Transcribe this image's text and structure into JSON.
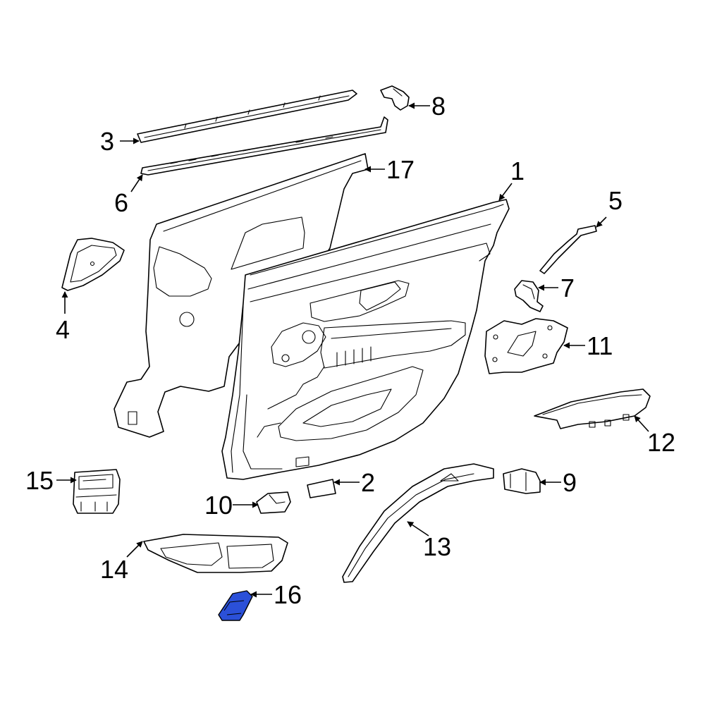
{
  "callouts": {
    "c1": "1",
    "c2": "2",
    "c3": "3",
    "c4": "4",
    "c5": "5",
    "c6": "6",
    "c7": "7",
    "c8": "8",
    "c9": "9",
    "c10": "10",
    "c11": "11",
    "c12": "12",
    "c13": "13",
    "c14": "14",
    "c15": "15",
    "c16": "16",
    "c17": "17"
  },
  "colors": {
    "line": "#000000",
    "background": "#ffffff",
    "highlight": "#2b50d8"
  },
  "highlighted_part": "16"
}
